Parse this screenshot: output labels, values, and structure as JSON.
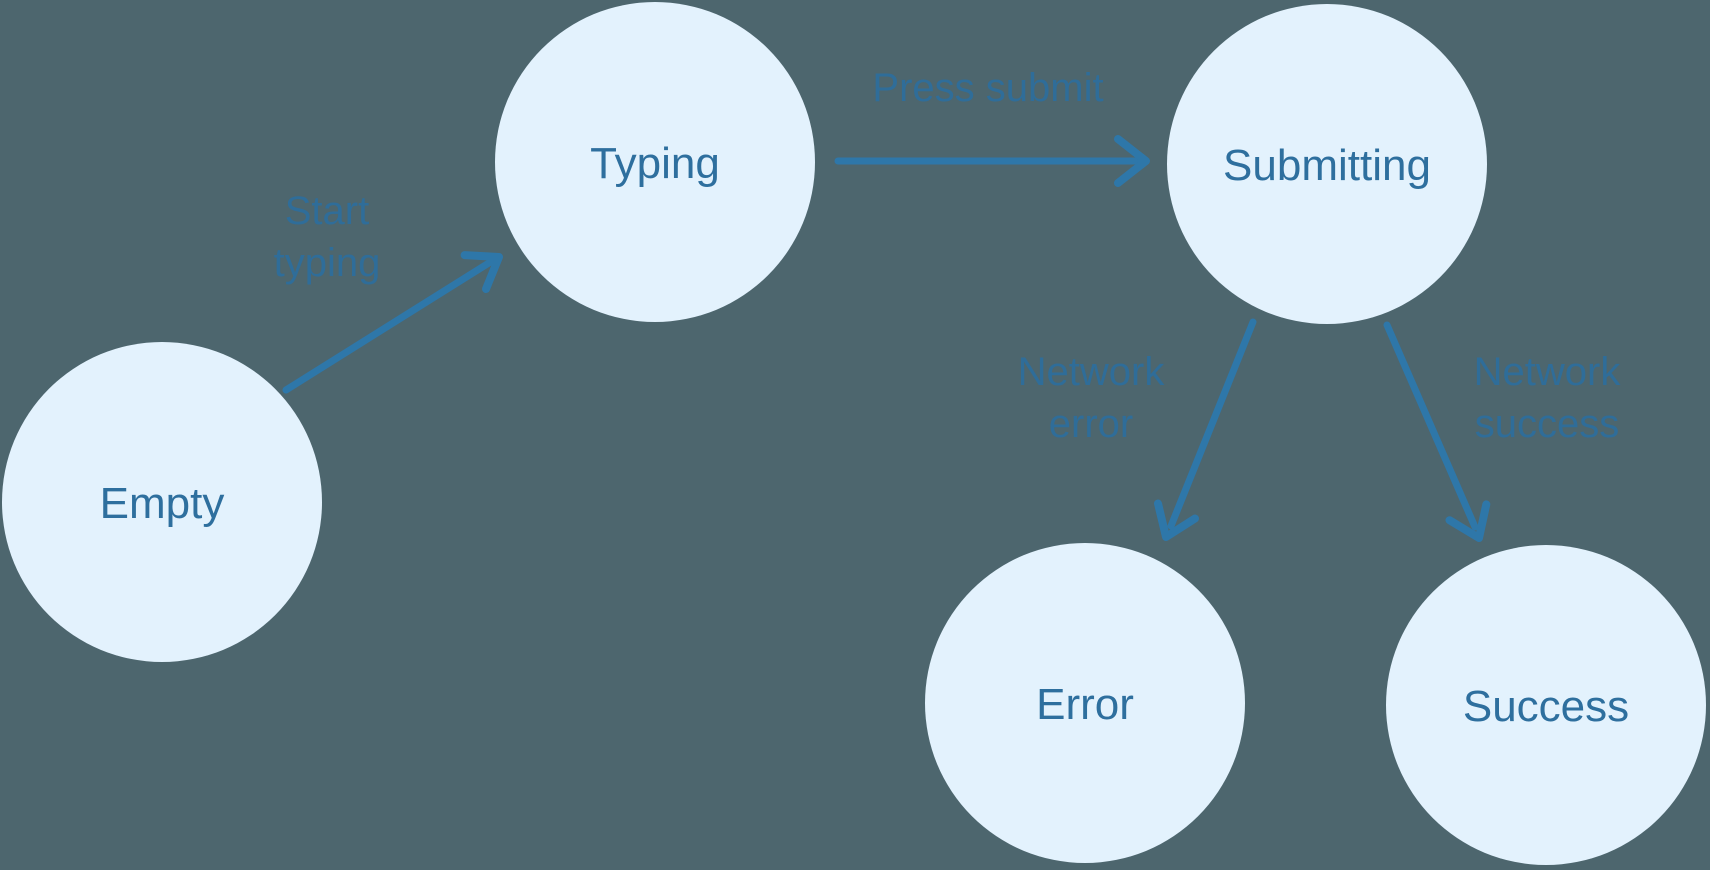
{
  "diagram": {
    "type": "state-machine",
    "colors": {
      "background": "#4d666e",
      "node_fill": "#e3f2fd",
      "node_text": "#2e6f9e",
      "edge": "#2e77a9",
      "edge_label": "#2f6d99"
    },
    "nodes": [
      {
        "id": "empty",
        "label": "Empty"
      },
      {
        "id": "typing",
        "label": "Typing"
      },
      {
        "id": "submitting",
        "label": "Submitting"
      },
      {
        "id": "error",
        "label": "Error"
      },
      {
        "id": "success",
        "label": "Success"
      }
    ],
    "edges": [
      {
        "from": "Empty",
        "to": "Typing",
        "label": "Start typing",
        "label_lines": [
          "Start",
          "typing"
        ]
      },
      {
        "from": "Typing",
        "to": "Submitting",
        "label": "Press submit",
        "label_lines": [
          "Press submit"
        ]
      },
      {
        "from": "Submitting",
        "to": "Error",
        "label": "Network error",
        "label_lines": [
          "Network",
          "error"
        ]
      },
      {
        "from": "Submitting",
        "to": "Success",
        "label": "Network success",
        "label_lines": [
          "Network",
          "success"
        ]
      }
    ]
  }
}
